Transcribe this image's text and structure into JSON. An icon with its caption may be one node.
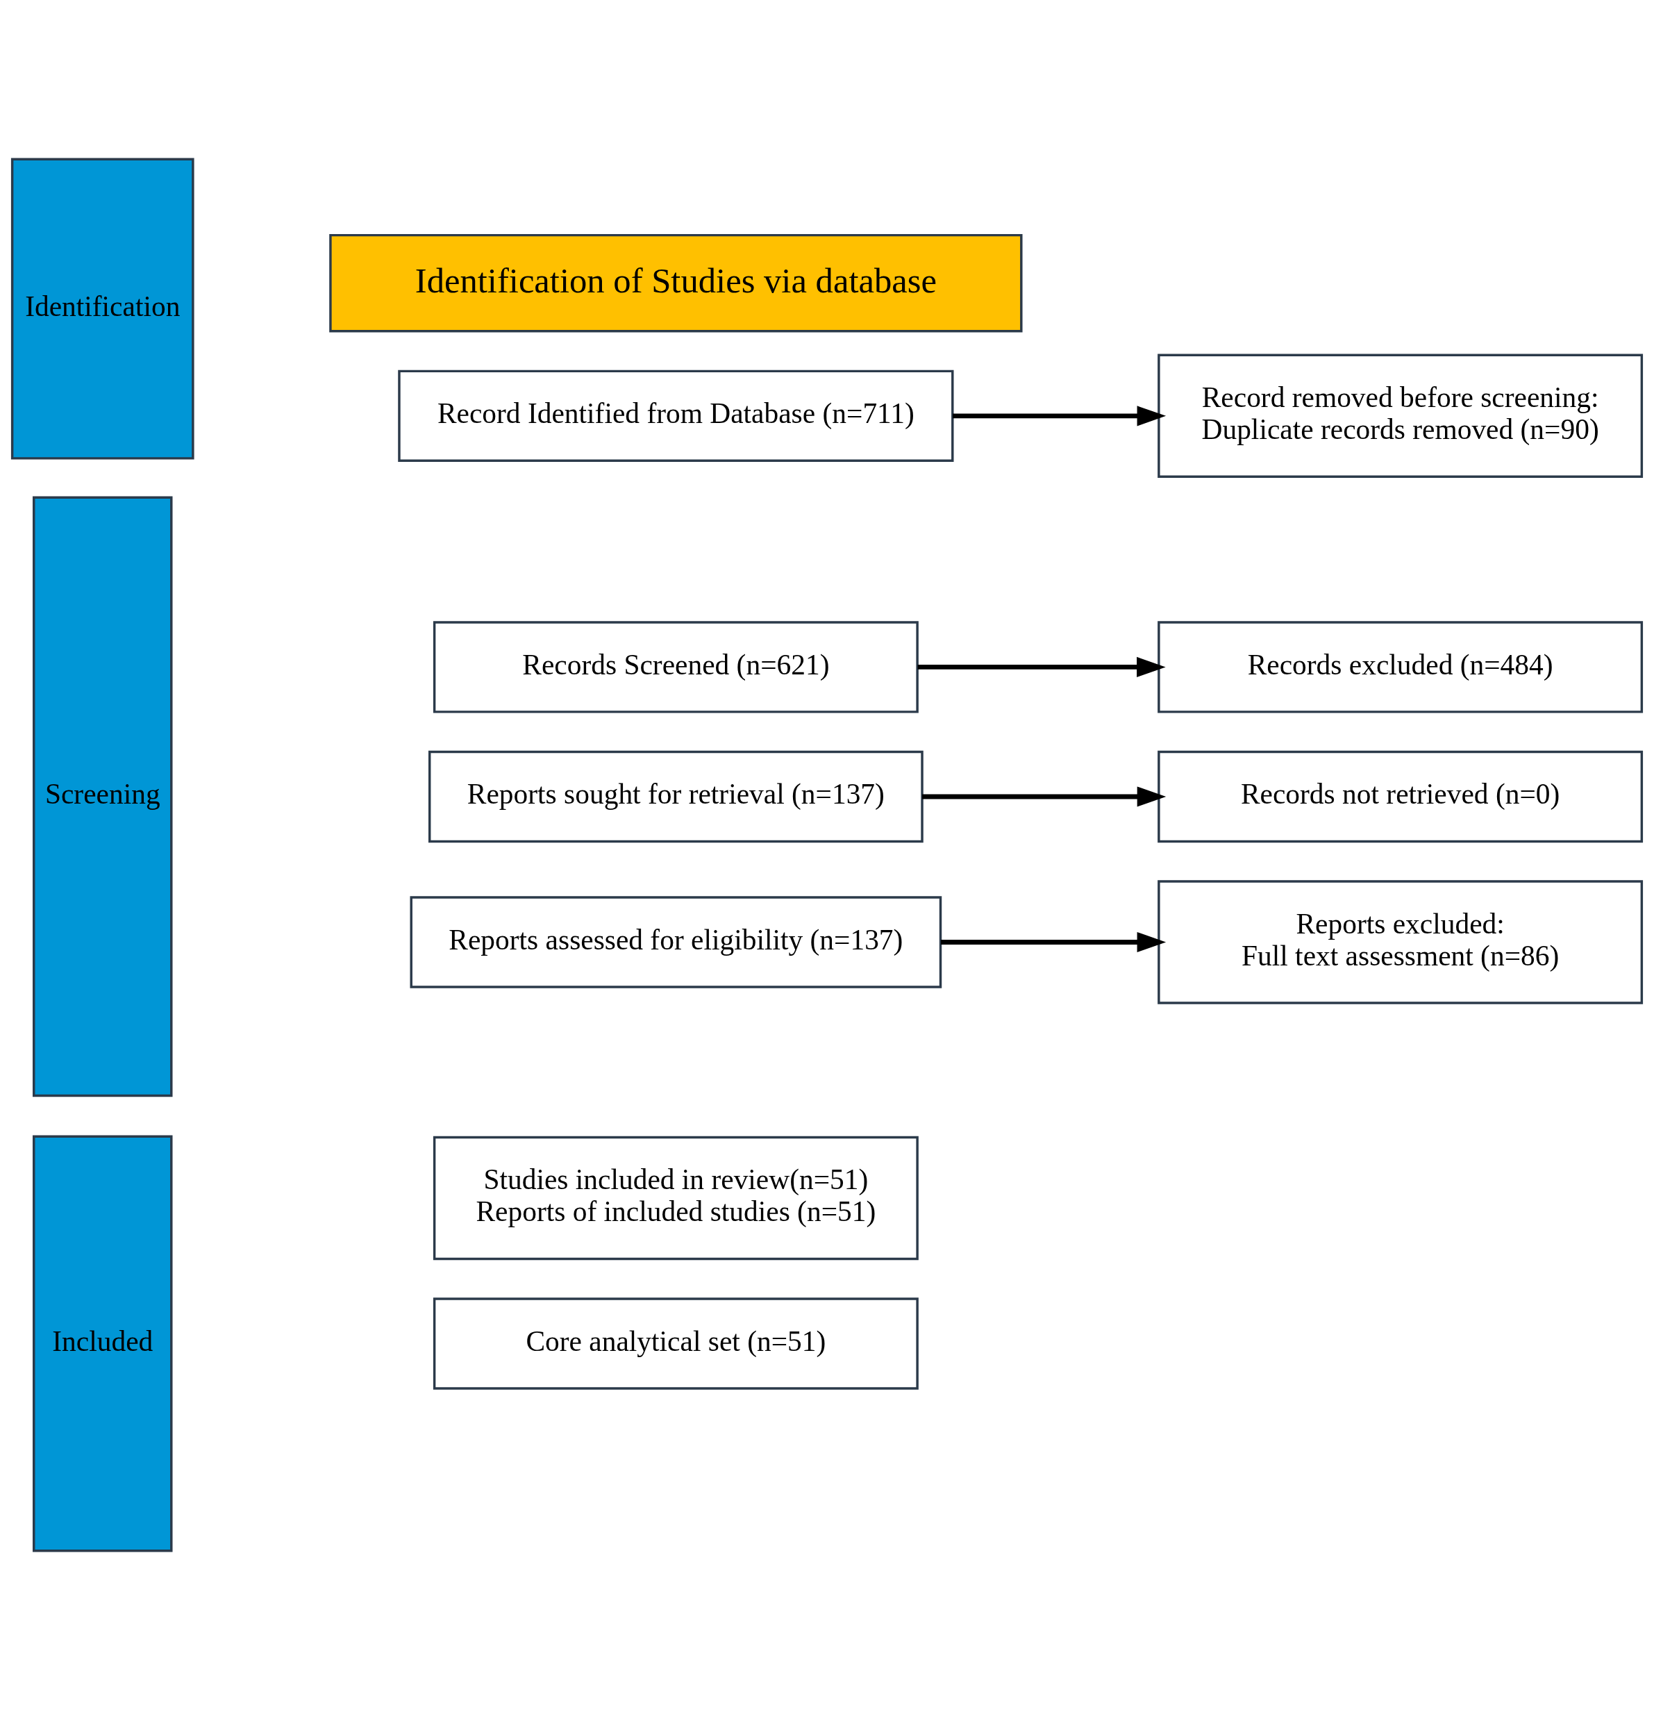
{
  "diagram": {
    "nodes": [
      {
        "text": [
          "Identification of Studies via database"
        ]
      },
      {
        "text": [
          "Identification"
        ]
      },
      {
        "text": [
          "Record Identified from Database (n=711)"
        ]
      },
      {
        "text": [
          "Record removed before screening:",
          "Duplicate records removed (n=90)"
        ]
      },
      {
        "text": [
          "Screening"
        ]
      },
      {
        "text": [
          "Records Screened (n=621)"
        ]
      },
      {
        "text": [
          "Records excluded (n=484)"
        ]
      },
      {
        "text": [
          "Reports sought for retrieval (n=137)"
        ]
      },
      {
        "text": [
          "Records not retrieved (n=0)"
        ]
      },
      {
        "text": [
          "Reports assessed for eligibility (n=137)"
        ]
      },
      {
        "text": [
          "Reports excluded:",
          "Full text assessment (n=86)"
        ]
      },
      {
        "text": [
          "Included"
        ]
      },
      {
        "text": [
          "Studies included in review(n=51)",
          "Reports of included studies (n=51)"
        ]
      },
      {
        "text": [
          "Core analytical set (n=51)"
        ]
      }
    ],
    "edges": [
      {
        "from": 2,
        "to": 3,
        "arrow": "to"
      },
      {
        "from": 5,
        "to": 6,
        "arrow": "to"
      },
      {
        "from": 7,
        "to": 8,
        "arrow": "to"
      },
      {
        "from": 9,
        "to": 10,
        "arrow": "to"
      }
    ]
  }
}
